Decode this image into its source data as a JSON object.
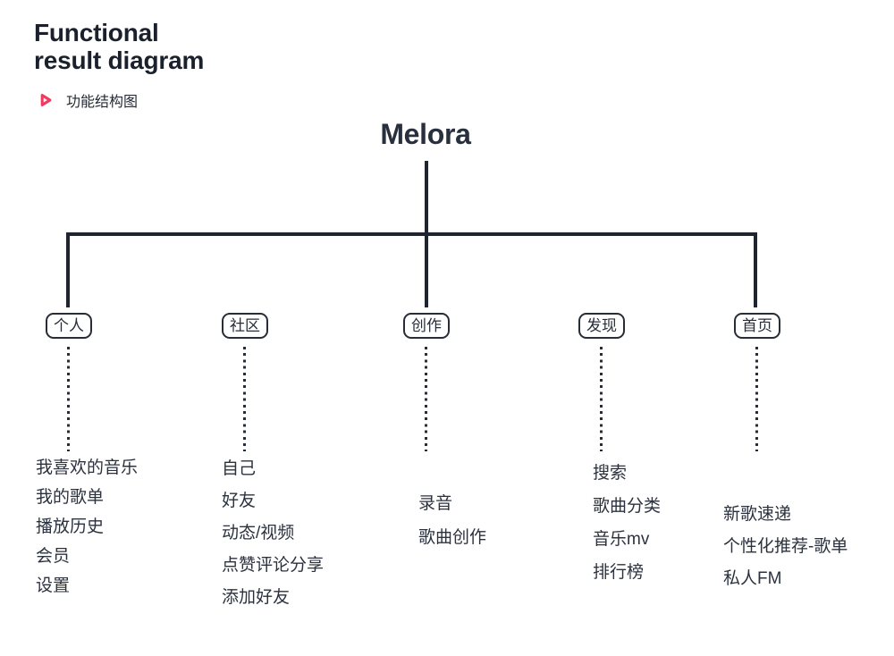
{
  "header": {
    "title_line1": "Functional",
    "title_line2": "result diagram",
    "subtitle": "功能结构图",
    "subtitle_icon": "play-icon"
  },
  "colors": {
    "accent_pink": "#f23a5f",
    "line_ink": "#1f242e",
    "text": "#2b323e",
    "background": "#ffffff"
  },
  "tree": {
    "root": "Melora",
    "branches": [
      {
        "label": "个人",
        "children": [
          "我喜欢的音乐",
          "我的歌单",
          "播放历史",
          "会员",
          "设置"
        ]
      },
      {
        "label": "社区",
        "children": [
          "自己",
          "好友",
          "动态/视频",
          "点赞评论分享",
          "添加好友"
        ]
      },
      {
        "label": "创作",
        "children": [
          "录音",
          "歌曲创作"
        ]
      },
      {
        "label": "发现",
        "children": [
          "搜索",
          "歌曲分类",
          "音乐mv",
          "排行榜"
        ]
      },
      {
        "label": "首页",
        "children": [
          "新歌速递",
          "个性化推荐-歌单",
          "私人FM"
        ]
      }
    ]
  }
}
